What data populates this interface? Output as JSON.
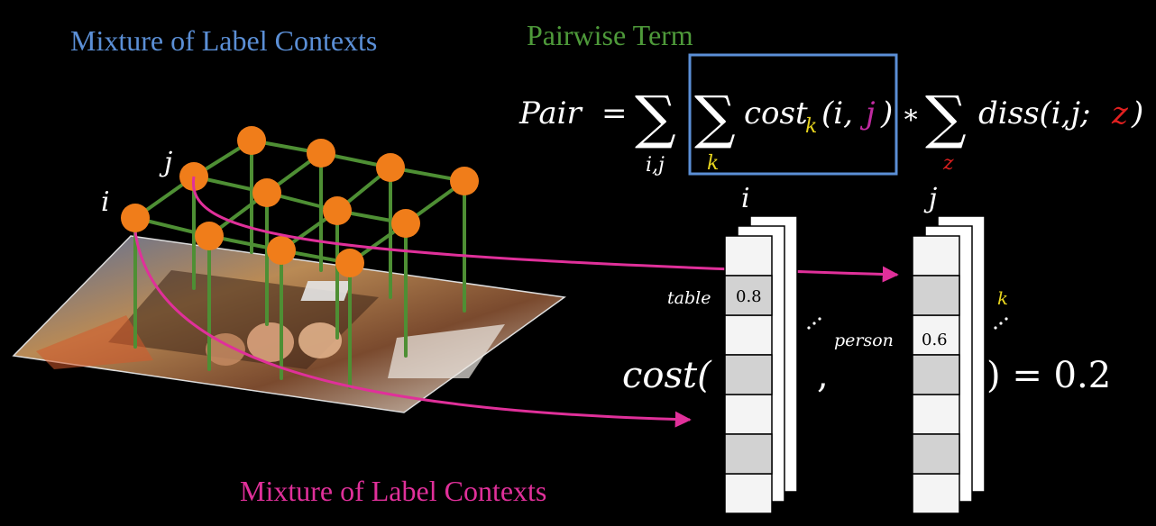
{
  "titles": {
    "top_left": "Mixture of Label Contexts",
    "pairwise": "Pairwise Term",
    "bottom": "Mixture of Label Contexts"
  },
  "formula": {
    "lhs": "Pair",
    "equals": "=",
    "sum1_sub": "i,j",
    "sum2_sub": "k",
    "cost": "cost",
    "cost_sub": "k",
    "args_open": "(i,",
    "args_j": "j",
    "args_close": ")",
    "times": "∗",
    "sum3_sub": "z",
    "diss": "diss(i,j;",
    "diss_z": "z",
    "diss_close": ")"
  },
  "graph_labels": {
    "i": "i",
    "j": "j"
  },
  "stack_labels": {
    "i": "i",
    "j": "j",
    "k": "k"
  },
  "cost_expr": {
    "cost_open": "cost(",
    "comma": ",",
    "result": ") = 0.2",
    "row_label_left": "table",
    "value_left": "0.8",
    "row_label_right": "person",
    "value_right": "0.6"
  },
  "colors": {
    "blue_title": "#5b8fd6",
    "green_title": "#4e9a3a",
    "magenta": "#e0309a",
    "node_orange": "#f07d1a",
    "edge_green": "#4e8f34",
    "box_blue": "#5b8fd6",
    "k_yellow": "#e8d51e",
    "j_magenta": "#c02aa0",
    "z_red": "#e02020"
  }
}
